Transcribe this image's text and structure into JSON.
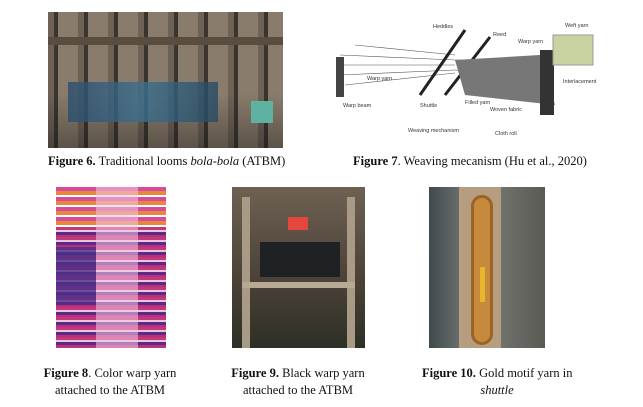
{
  "figures": [
    {
      "num": "Figure 6.",
      "text_before": " Traditional looms ",
      "italic": "bola-bola",
      "text_after": " (ATBM)"
    },
    {
      "num": "Figure 7",
      "text_before": ". Weaving mecanism (Hu et al., 2020)"
    },
    {
      "num": "Figure 8",
      "line1": ". Color warp yarn",
      "line2": "attached to the ATBM"
    },
    {
      "num": "Figure 9.",
      "line1": " Black warp yarn",
      "line2": "attached to the ATBM"
    },
    {
      "num": "Figure 10.",
      "line1": " Gold motif yarn in",
      "line2_italic": "shuttle"
    }
  ],
  "diagram": {
    "heddles": "Heddles",
    "reed": "Reed",
    "weft_yarn": "Weft yarn",
    "warp_yarn_right": "Warp yarn",
    "warp_yarn": "Warp yarn",
    "warp_beam": "Warp beam",
    "shuttle": "Shuttle",
    "filled_yarn": "Filled yarn",
    "woven_fabric": "Woven fabric",
    "interlacement": "Interlacement",
    "weaving_mechanism": "Weaving mechanism",
    "cloth_roll": "Cloth roll"
  }
}
